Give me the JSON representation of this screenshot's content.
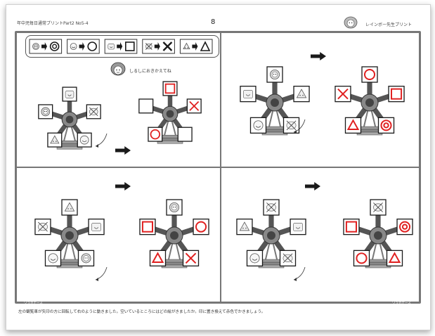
{
  "header": {
    "left_title": "年中児毎日通常プリントPart2 No5-4",
    "page_number": "8",
    "brand": "レインボー先生プリント"
  },
  "legend": {
    "items": [
      {
        "from": "face",
        "to": "double-circle"
      },
      {
        "from": "smile",
        "to": "circle"
      },
      {
        "from": "u-face",
        "to": "square"
      },
      {
        "from": "x-face",
        "to": "cross"
      },
      {
        "from": "triangle-face",
        "to": "triangle"
      }
    ],
    "hint": "しるしにおきかえてね"
  },
  "footer": {
    "instruction": "左の観覧車が矢印の方に回転して右のように動きました。空いているところにはどの絵がきましたか。印に置き換えて赤色でかきましょう。",
    "corner_left": "ワラカナーズ",
    "corner_right": "ワラカナーズ"
  },
  "colors": {
    "accent": "#e02020",
    "frame": "#777777",
    "dark": "#1a1a1a"
  },
  "puzzles": [
    {
      "left": [
        "u-face",
        "x-face",
        "smile-face",
        "triangle-face",
        "face"
      ],
      "right": [
        "square",
        "cross",
        "empty",
        "circle",
        "empty"
      ]
    },
    {
      "left": [
        "face",
        "triangle-face",
        "x-face",
        "smile",
        "u-face"
      ],
      "right": [
        "circle",
        "square",
        "double-circle",
        "triangle",
        "cross"
      ]
    },
    {
      "left": [
        "triangle-face",
        "u-face",
        "face",
        "smile",
        "x-face"
      ],
      "right": [
        "face",
        "circle",
        "cross",
        "triangle",
        "square"
      ]
    },
    {
      "left": [
        "x-face",
        "u-face",
        "x-face",
        "smile",
        "triangle-face"
      ],
      "right": [
        "x-face",
        "double-circle",
        "triangle",
        "circle",
        "square"
      ]
    }
  ]
}
